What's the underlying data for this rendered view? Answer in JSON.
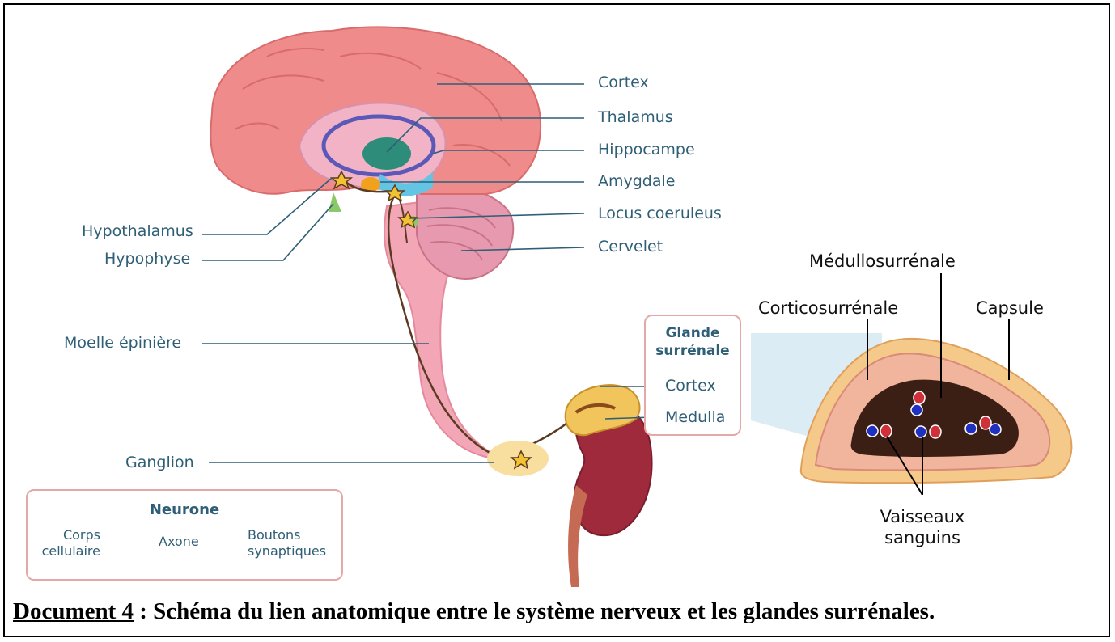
{
  "labels": {
    "cortex": "Cortex",
    "thalamus": "Thalamus",
    "hippocampe": "Hippocampe",
    "amygdale": "Amygdale",
    "locus": "Locus coeruleus",
    "cervelet": "Cervelet",
    "hypothalamus": "Hypothalamus",
    "hypophyse": "Hypophyse",
    "moelle": "Moelle épinière",
    "ganglion": "Ganglion"
  },
  "glande": {
    "title_line1": "Glande",
    "title_line2": "surrénale",
    "cortex": "Cortex",
    "medulla": "Medulla"
  },
  "neurone": {
    "title": "Neurone",
    "corps_line1": "Corps",
    "corps_line2": "cellulaire",
    "axone": "Axone",
    "boutons_line1": "Boutons",
    "boutons_line2": "synaptiques"
  },
  "coupe": {
    "medullo": "Médullosurrénale",
    "cortico": "Corticosurrénale",
    "capsule": "Capsule",
    "vaisseaux_line1": "Vaisseaux",
    "vaisseaux_line2": "sanguins"
  },
  "caption": {
    "prefix": "Document 4",
    "text": " : Schéma du lien anatomique entre le système nerveux et les glandes surrénales."
  },
  "colors": {
    "label_blue": "#2f5f76",
    "brain_pink": "#ef8b8a",
    "box_border": "#e4a8a6",
    "kidney_red": "#9e2a3c"
  }
}
